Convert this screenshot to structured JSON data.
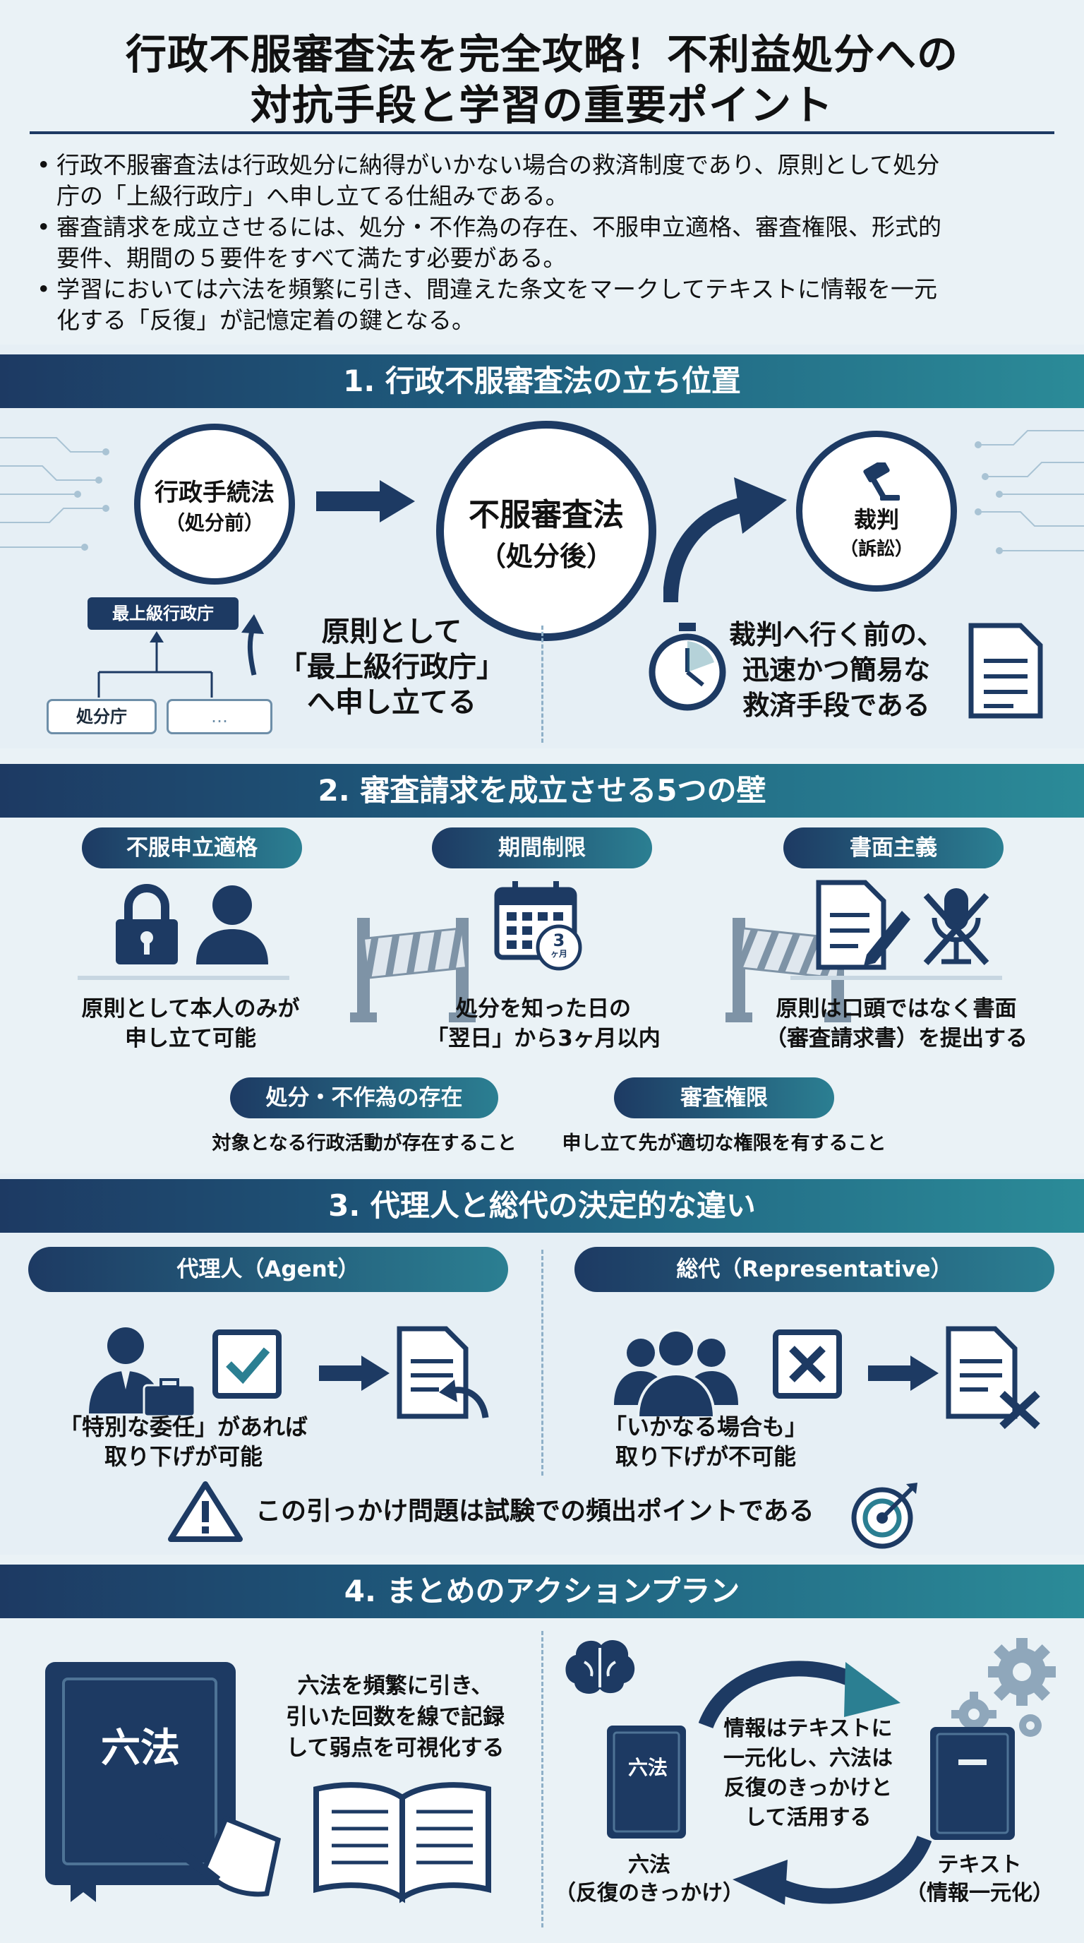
{
  "header": {
    "title_line1": "行政不服審査法を完全攻略！不利益処分への",
    "title_line2": "対抗手段と学習の重要ポイント",
    "bullets": [
      {
        "l1": "行政不服審査法は行政処分に納得がいかない場合の救済制度であり、原則として処分",
        "l2": "庁の「上級行政庁」へ申し立てる仕組みである。"
      },
      {
        "l1": "審査請求を成立させるには、処分・不作為の存在、不服申立適格、審査権限、形式的",
        "l2": "要件、期間の５要件をすべて満たす必要がある。"
      },
      {
        "l1": "学習においては六法を頻繁に引き、間違えた条文をマークしてテキストに情報を一元",
        "l2": "化する「反復」が記憶定着の鍵となる。"
      }
    ]
  },
  "section1": {
    "title": "1. 行政不服審査法の立ち位置",
    "circle_left": {
      "main": "行政手続法",
      "sub": "（処分前）"
    },
    "circle_center": {
      "main": "不服審査法",
      "sub": "（処分後）"
    },
    "circle_right": {
      "main": "裁判",
      "sub": "（訴訟）"
    },
    "org_top": "最上級行政庁",
    "org_left": "処分庁",
    "org_right": "…",
    "note_left": [
      "原則として",
      "「最上級行政庁」",
      "へ申し立てる"
    ],
    "note_right": [
      "裁判へ行く前の、",
      "迅速かつ簡易な",
      "救済手段である"
    ]
  },
  "section2": {
    "title": "2. 審査請求を成立させる5つの壁",
    "walls": [
      {
        "label": "不服申立適格",
        "desc1": "原則として本人のみが",
        "desc2": "申し立て可能"
      },
      {
        "label": "期間制限",
        "desc1": "処分を知った日の",
        "desc2": "「翌日」から3ヶ月以内"
      },
      {
        "label": "書面主義",
        "desc1": "原則は口頭ではなく書面",
        "desc2": "（審査請求書）を提出する"
      },
      {
        "label": "処分・不作為の存在",
        "desc1": "対象となる行政活動が存在すること"
      },
      {
        "label": "審査権限",
        "desc1": "申し立て先が適切な権限を有すること"
      }
    ],
    "calendar_num": "3",
    "calendar_unit": "ヶ月"
  },
  "section3": {
    "title": "3. 代理人と総代の決定的な違い",
    "agent": {
      "label": "代理人（Agent）",
      "desc1": "「特別な委任」があれば",
      "desc2": "取り下げが可能"
    },
    "rep": {
      "label": "総代（Representative）",
      "desc1": "「いかなる場合も」",
      "desc2": "取り下げが不可能"
    },
    "warning": "この引っかけ問題は試験での頻出ポイントである"
  },
  "section4": {
    "title": "4. まとめのアクションプラン",
    "book_label": "六法",
    "left_text": [
      "六法を頻繁に引き、",
      "引いた回数を線で記録",
      "して弱点を可視化する"
    ],
    "small_book_label": "六法",
    "cycle_text": [
      "情報はテキストに",
      "一元化し、六法は",
      "反復のきっかけと",
      "して活用する"
    ],
    "book_caption": {
      "l1": "六法",
      "l2": "（反復のきっかけ）"
    },
    "text_caption": {
      "l1": "テキスト",
      "l2": "（情報一元化）"
    }
  },
  "colors": {
    "navy": "#1d3a63",
    "teal": "#2b8b98",
    "background": "#eaf2f6"
  }
}
